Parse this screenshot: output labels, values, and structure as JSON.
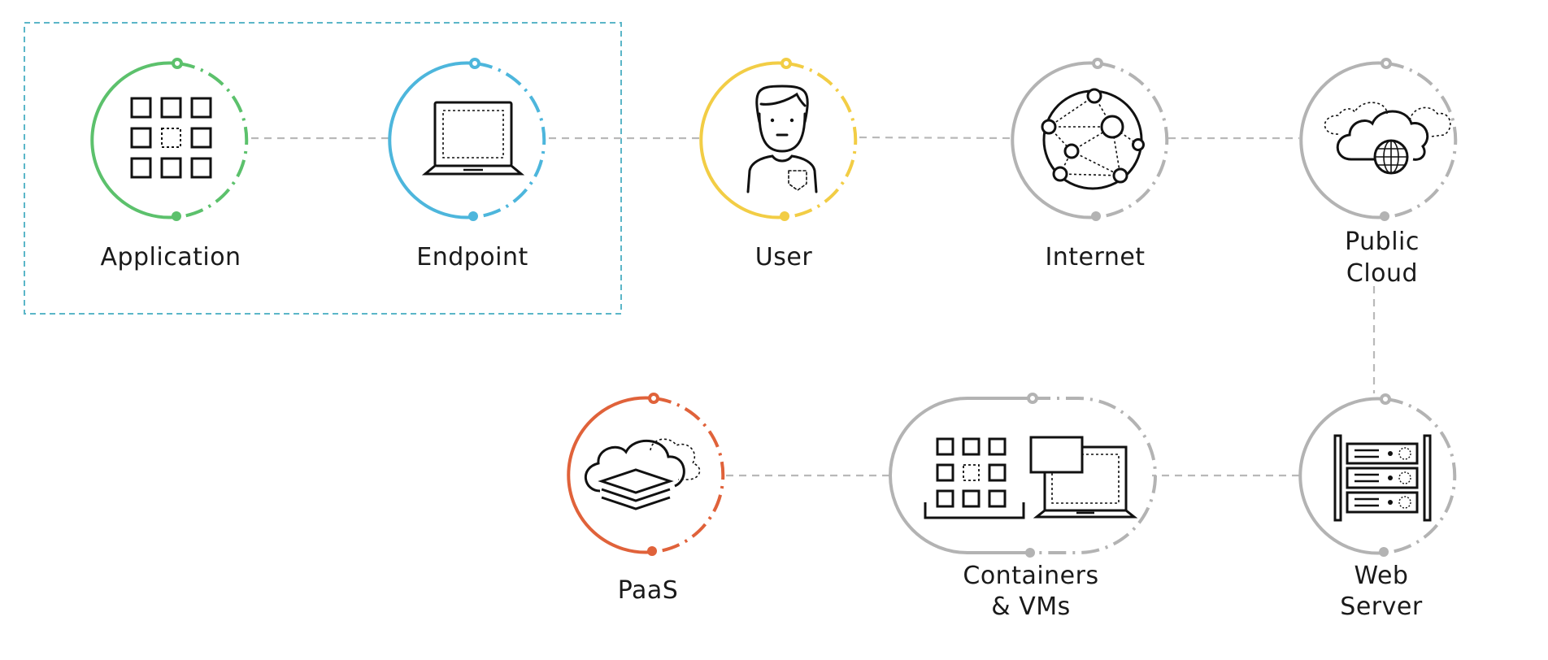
{
  "nodes": {
    "application": {
      "label": "Application",
      "color": "#5cc16c"
    },
    "endpoint": {
      "label": "Endpoint",
      "color": "#4db6dc"
    },
    "user": {
      "label": "User",
      "color": "#f2cd45"
    },
    "internet": {
      "label": "Internet",
      "color": "#b3b3b3"
    },
    "public_cloud": {
      "label_line1": "Public",
      "label_line2": "Cloud",
      "color": "#b3b3b3"
    },
    "web_server": {
      "label_line1": "Web",
      "label_line2": "Server",
      "color": "#b3b3b3"
    },
    "containers_vms": {
      "label_line1": "Containers",
      "label_line2": "& VMs",
      "color": "#b3b3b3"
    },
    "paas": {
      "label": "PaaS",
      "color": "#e0623a"
    }
  },
  "connector_color": "#b9b9b9",
  "group_border_color": "#5bb6c8",
  "icon_color": "#111111"
}
